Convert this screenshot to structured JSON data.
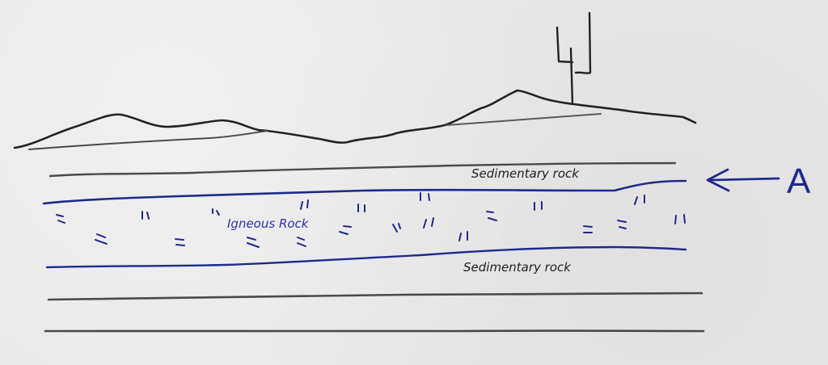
{
  "diagram": {
    "type": "geologic-cross-section-sketch",
    "layers": [
      {
        "id": "sedimentary-top",
        "label": "Sedimentary rock"
      },
      {
        "id": "igneous",
        "label": "Igneous Rock"
      },
      {
        "id": "sedimentary-bottom",
        "label": "Sedimentary rock"
      }
    ],
    "pointer": {
      "label": "A",
      "target": "upper boundary of igneous rock layer"
    },
    "colors": {
      "pencil": "#3a3a3a",
      "ink_black": "#262220",
      "ink_blue": "#1f2a8c",
      "igneous_label": "#2e2fb3",
      "paper": "#e8e8e8"
    }
  }
}
